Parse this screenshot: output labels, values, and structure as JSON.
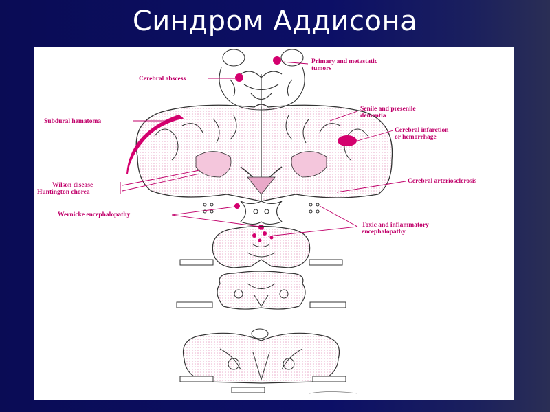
{
  "slide": {
    "title": "Синдром Аддисона"
  },
  "figure": {
    "labels": {
      "primary_tumors_line1": "Primary and metastatic",
      "primary_tumors_line2": "tumors",
      "cerebral_abscess": "Cerebral abscess",
      "subdural_hematoma": "Subdural hematoma",
      "senile_dementia_line1": "Senile and presenile",
      "senile_dementia_line2": "dementia",
      "infarction_line1": "Cerebral infarction",
      "infarction_line2": "or hemorrhage",
      "wilson_disease": "Wilson disease",
      "huntington_chorea": "Huntington chorea",
      "arteriosclerosis": "Cerebral arteriosclerosis",
      "wernicke": "Wernicke encephalopathy",
      "toxic_line1": "Toxic and inflammatory",
      "toxic_line2": "encephalopathy"
    },
    "colors": {
      "highlight": "#d4006e",
      "highlight_light": "#f4c6dc",
      "outline": "#333333"
    }
  }
}
